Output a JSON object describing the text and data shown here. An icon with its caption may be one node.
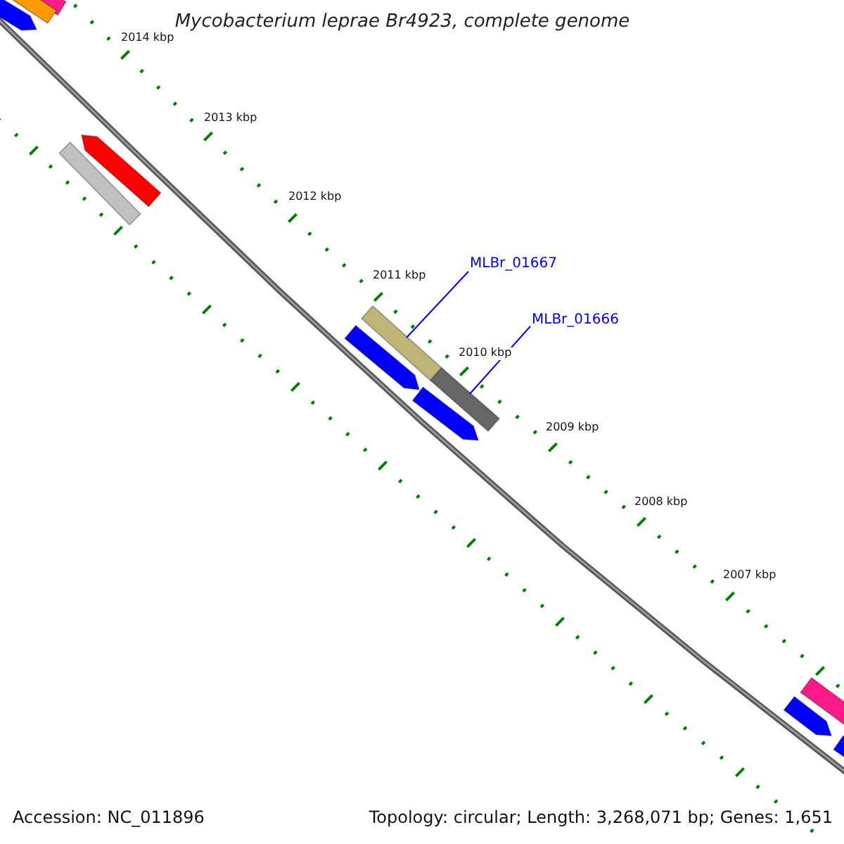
{
  "diagram": {
    "title": "Mycobacterium leprae Br4923, complete genome",
    "nodes": [
      {
        "text": [
          "MLBr_01667"
        ]
      },
      {
        "text": [],
        "shape": "bar"
      },
      {
        "text": [
          "MLBr_01666"
        ]
      },
      {
        "text": [],
        "shape": "bar"
      }
    ],
    "edges": [
      {
        "from": 0,
        "to": 1,
        "arrow": "none"
      },
      {
        "from": 2,
        "to": 3,
        "arrow": "none"
      }
    ],
    "labels": [
      "2014 kbp",
      "2013 kbp",
      "2012 kbp",
      "2011 kbp",
      "2010 kbp",
      "2009 kbp",
      "2008 kbp",
      "2007 kbp",
      "Accession: NC_011896",
      "Topology: circular; Length: 3,268,071 bp; Genes: 1,651"
    ]
  }
}
